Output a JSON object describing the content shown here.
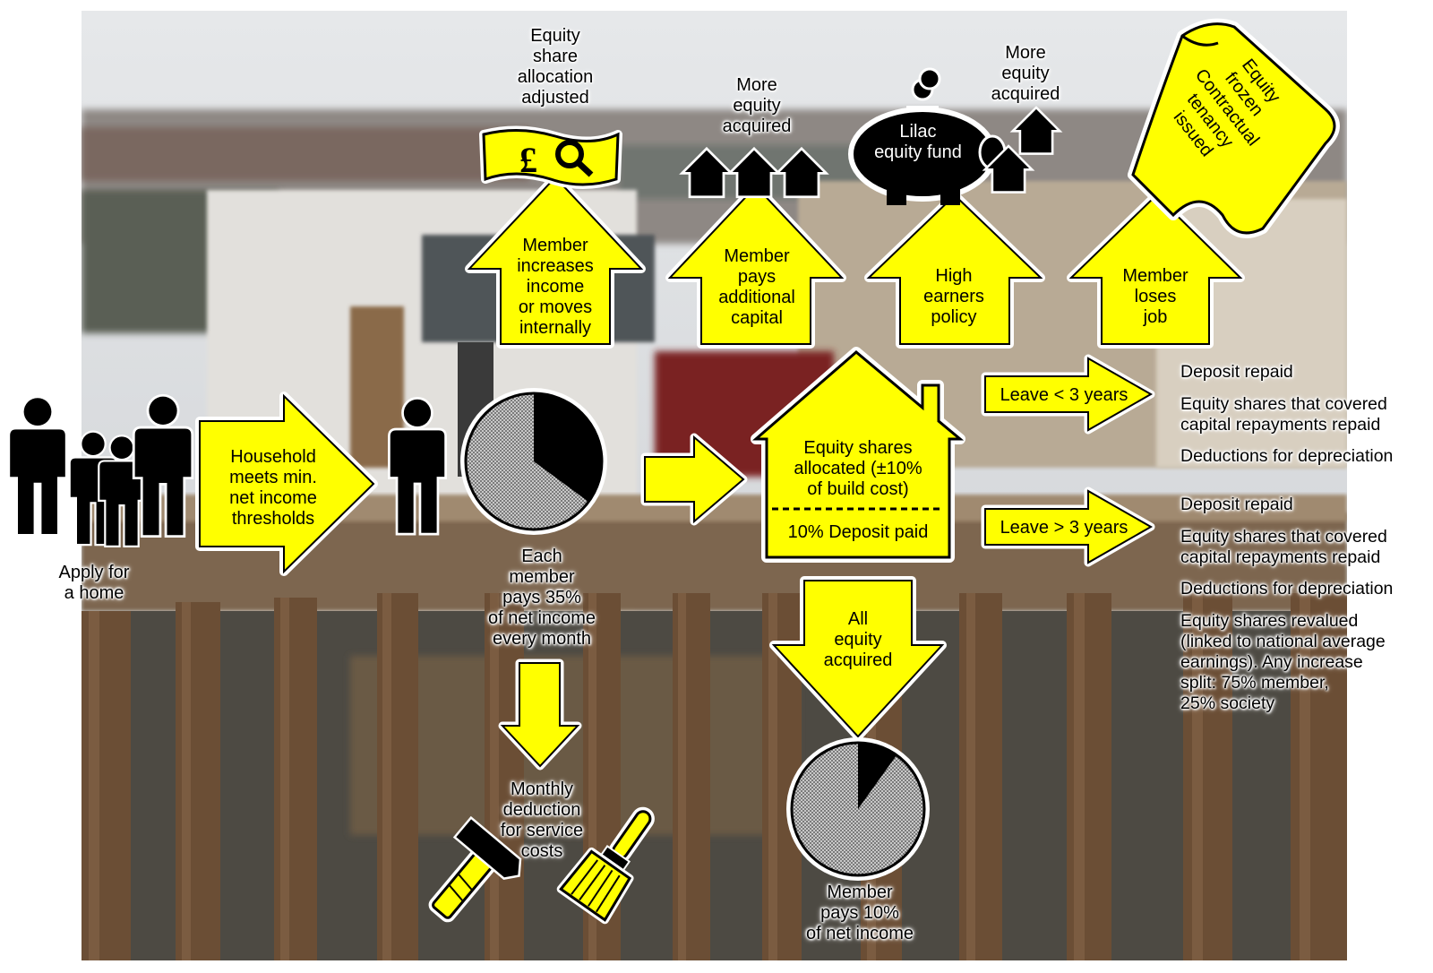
{
  "colors": {
    "yellow": "#ffff00",
    "black": "#000000",
    "white": "#ffffff",
    "grey": "#b0b0b0"
  },
  "apply": {
    "lines": [
      "Apply for",
      "a home"
    ]
  },
  "household": {
    "lines": [
      "Household",
      "meets min.",
      "net income",
      "thresholds"
    ]
  },
  "each_member": {
    "lines": [
      "Each",
      "member",
      "pays 35%",
      "of net income",
      "every month"
    ]
  },
  "monthly_deduction": {
    "lines": [
      "Monthly",
      "deduction",
      "for service",
      "costs"
    ]
  },
  "equity_share_adjusted": {
    "lines": [
      "Equity",
      "share",
      "allocation",
      "adjusted"
    ]
  },
  "member_increases": {
    "lines": [
      "Member",
      "increases",
      "income",
      "or moves",
      "internally"
    ]
  },
  "more_equity_1": {
    "lines": [
      "More",
      "equity",
      "acquired"
    ]
  },
  "member_pays_capital": {
    "lines": [
      "Member",
      "pays",
      "additional",
      "capital"
    ]
  },
  "more_equity_2": {
    "lines": [
      "More",
      "equity",
      "acquired"
    ]
  },
  "piggy": {
    "lines": [
      "Lilac",
      "equity fund"
    ]
  },
  "high_earners": {
    "lines": [
      "High",
      "earners",
      "policy"
    ]
  },
  "scroll": {
    "lines": [
      "Equity",
      "frozen",
      "Contractual",
      "tenancy",
      "issued"
    ]
  },
  "member_loses": {
    "lines": [
      "Member",
      "loses",
      "job"
    ]
  },
  "house": {
    "upper": [
      "Equity shares",
      "allocated (±10%",
      "of build cost)"
    ],
    "lower": "10% Deposit paid"
  },
  "all_equity": {
    "lines": [
      "All",
      "equity",
      "acquired"
    ]
  },
  "member_pays_10": {
    "lines": [
      "Member",
      "pays 10%",
      "of net income"
    ]
  },
  "leave_lt3": {
    "label": "Leave < 3 years"
  },
  "leave_gt3": {
    "label": "Leave > 3 years"
  },
  "lt3_items": [
    "Deposit repaid",
    "Equity shares that covered capital repayments repaid",
    "Deductions for depreciation"
  ],
  "gt3_items": {
    "a": "Deposit repaid",
    "b": [
      "Equity shares that covered",
      "capital repayments repaid"
    ],
    "c": "Deductions for depreciation",
    "d": [
      "Equity shares revalued",
      "(linked to national average",
      "earnings). Any increase",
      "split: 75% member,",
      "25% society"
    ]
  },
  "lt3_lines": {
    "b": [
      "Equity shares that covered",
      "capital repayments repaid"
    ]
  }
}
